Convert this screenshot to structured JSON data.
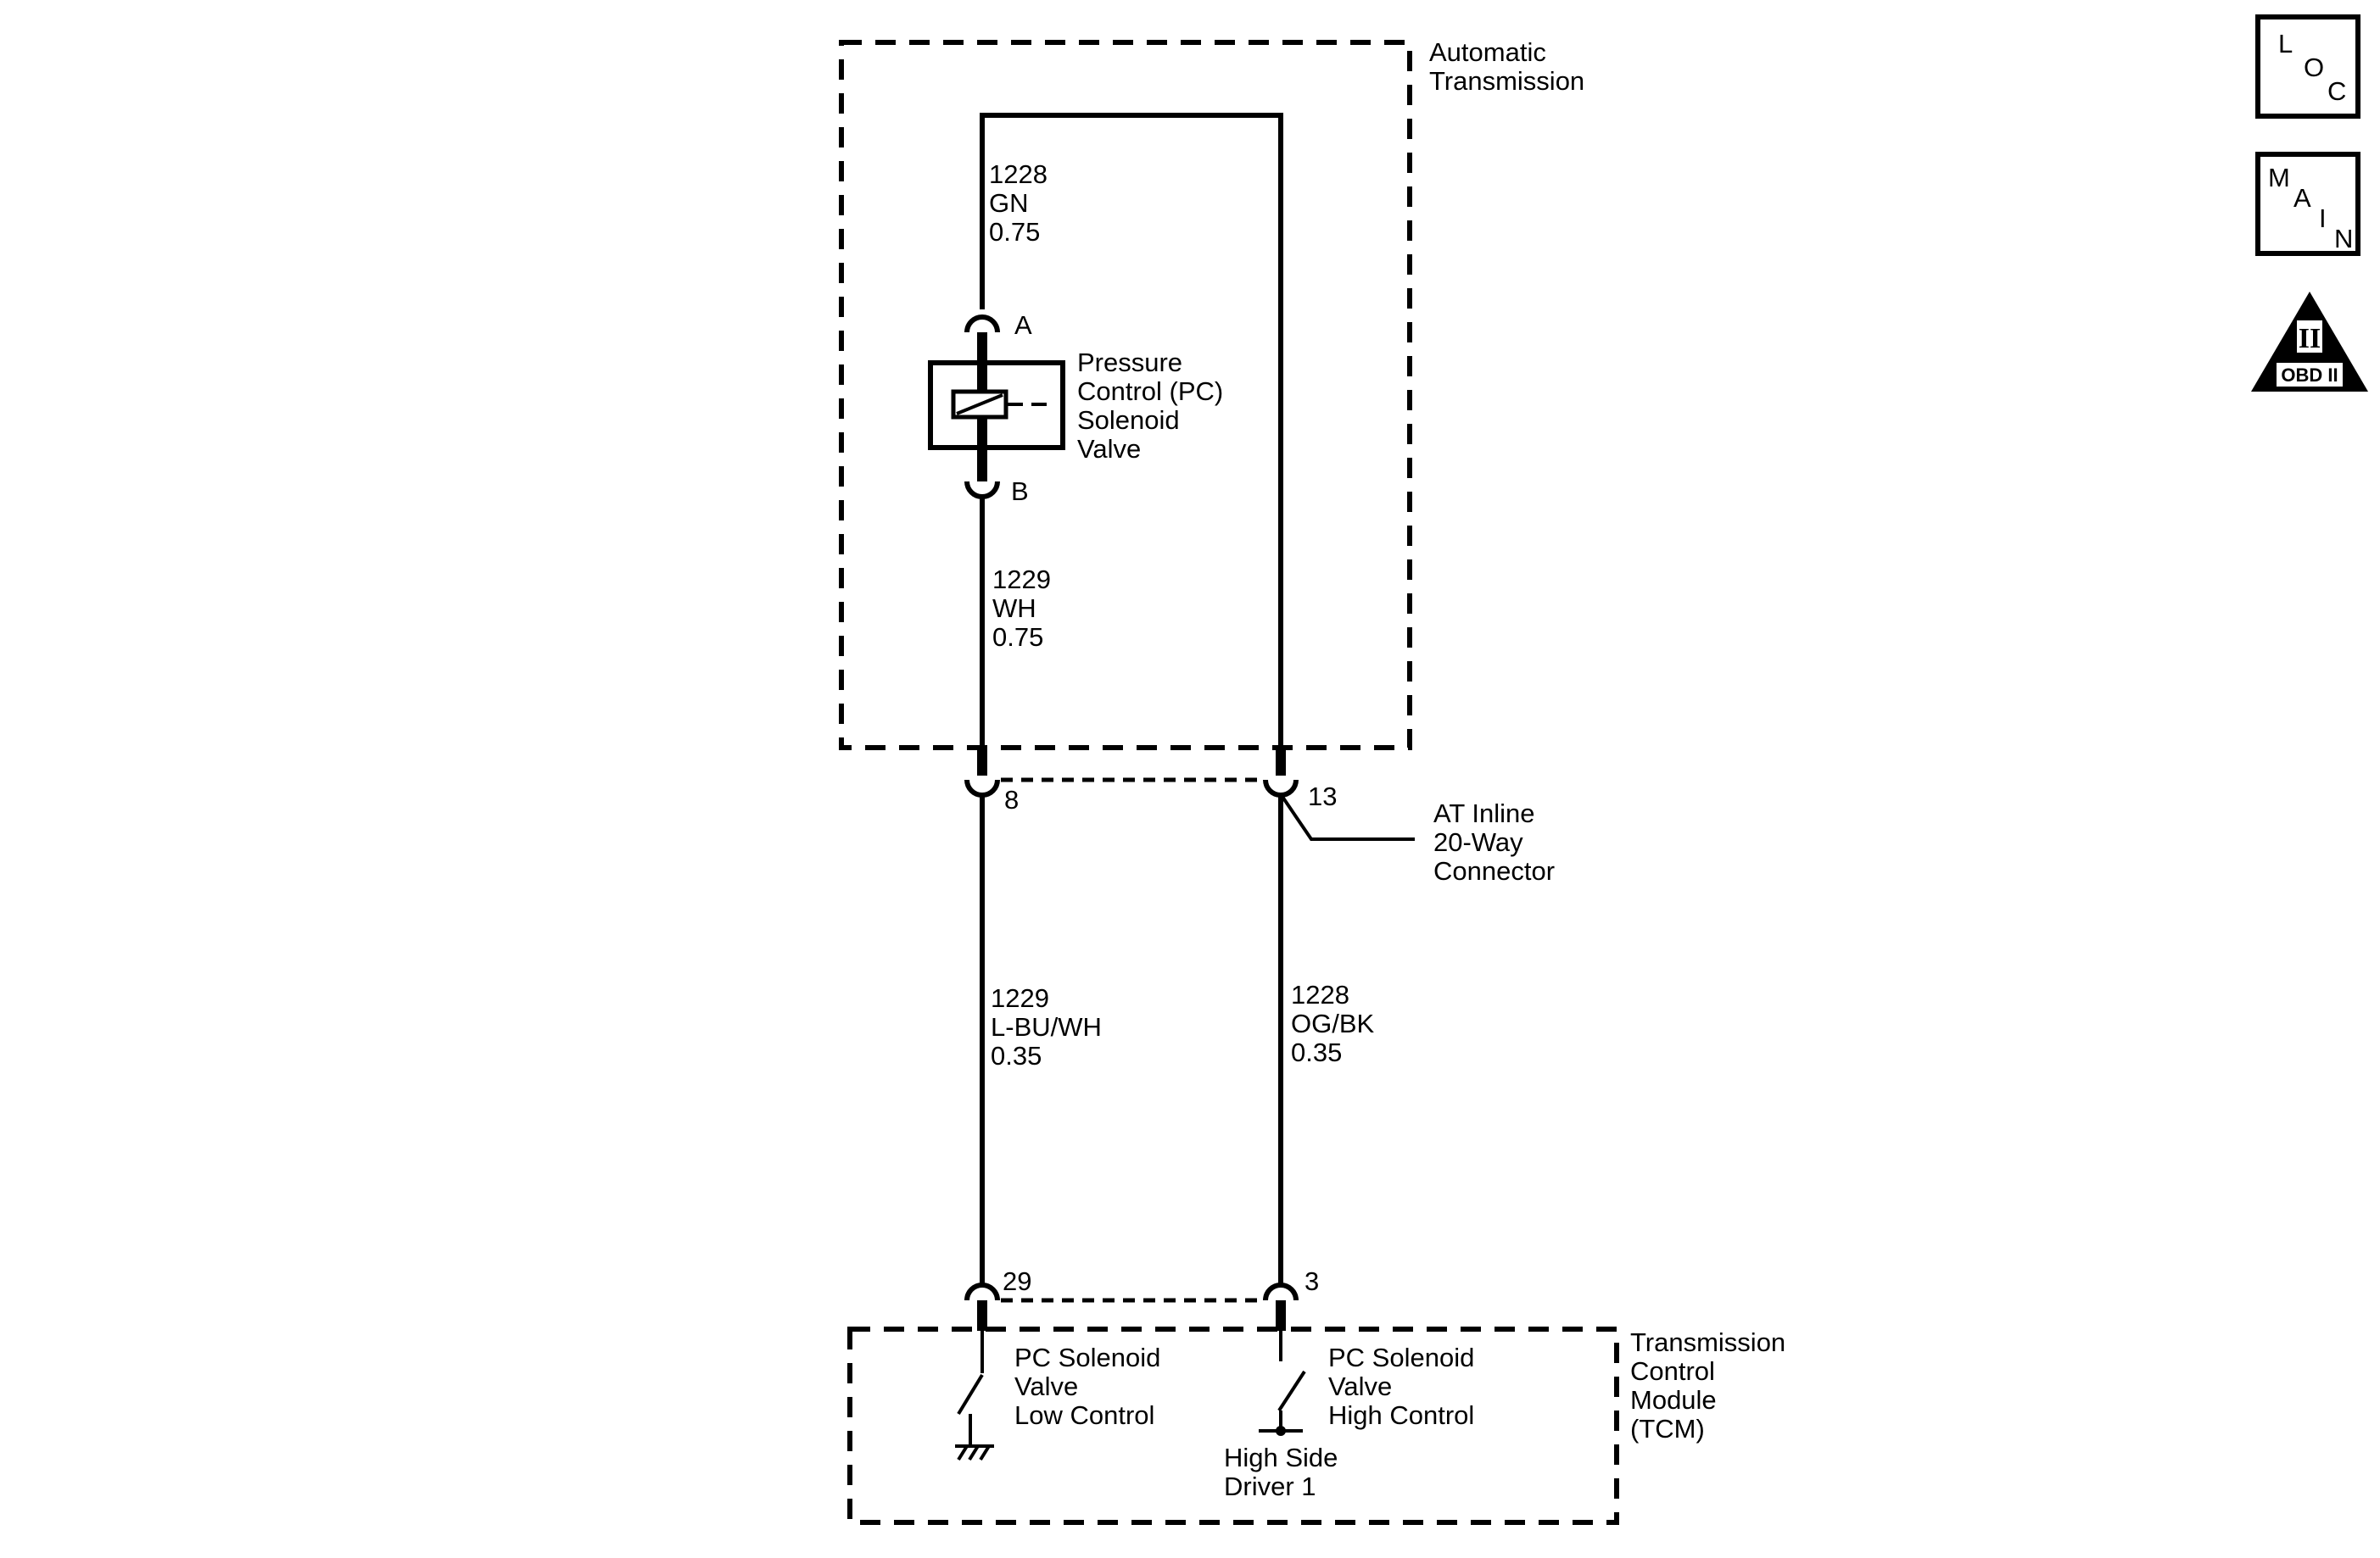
{
  "components": {
    "automatic_transmission": {
      "lines": [
        "Automatic",
        "Transmission"
      ]
    },
    "pc_solenoid": {
      "lines": [
        "Pressure",
        "Control (PC)",
        "Solenoid",
        "Valve"
      ],
      "pin_a": "A",
      "pin_b": "B"
    },
    "inline_connector": {
      "lines": [
        "AT Inline",
        "20-Way",
        "Connector"
      ],
      "pin_left": "8",
      "pin_right": "13"
    },
    "tcm": {
      "lines": [
        "Transmission",
        "Control",
        "Module",
        "(TCM)"
      ],
      "pin_left": "29",
      "pin_right": "3",
      "low_control": {
        "lines": [
          "PC Solenoid",
          "Valve",
          "Low Control"
        ]
      },
      "high_control": {
        "lines": [
          "PC Solenoid",
          "Valve",
          "High Control"
        ]
      },
      "high_side_driver": {
        "lines": [
          "High Side",
          "Driver 1"
        ]
      }
    }
  },
  "wires": {
    "top_left": {
      "lines": [
        "1228",
        "GN",
        "0.75"
      ]
    },
    "mid_left": {
      "lines": [
        "1229",
        "WH",
        "0.75"
      ]
    },
    "lower_left": {
      "lines": [
        "1229",
        "L-BU/WH",
        "0.35"
      ]
    },
    "lower_right": {
      "lines": [
        "1228",
        "OG/BK",
        "0.35"
      ]
    }
  },
  "nav_icons": [
    {
      "name": "loc-icon",
      "text": [
        "L",
        "O",
        "C"
      ]
    },
    {
      "name": "main-icon",
      "text": [
        "M",
        "A",
        "I",
        "N"
      ]
    },
    {
      "name": "obd-ii-icon",
      "text": [
        "II",
        "OBD II"
      ]
    }
  ]
}
